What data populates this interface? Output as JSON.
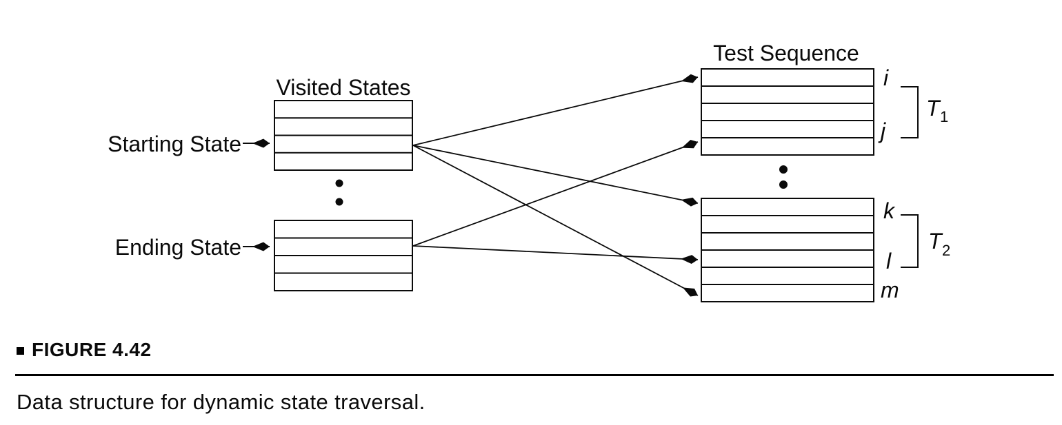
{
  "figure": {
    "visited_states": {
      "title": "Visited States",
      "starting_state_label": "Starting State",
      "ending_state_label": "Ending State",
      "top_table_rows": 4,
      "bottom_table_rows": 4
    },
    "test_sequence": {
      "title": "Test Sequence",
      "top_table_rows": 5,
      "bottom_table_rows": 6,
      "row_labels": {
        "i": "i",
        "j": "j",
        "k": "k",
        "l": "l",
        "m": "m"
      },
      "sequence_1": {
        "name": "T",
        "sub": "1",
        "spans": "rows i to j"
      },
      "sequence_2": {
        "name": "T",
        "sub": "2",
        "spans": "rows k to l"
      }
    },
    "connections": [
      {
        "from": "starting-state-row",
        "to": "test-sequence-row-i"
      },
      {
        "from": "starting-state-row",
        "to": "test-sequence-row-k"
      },
      {
        "from": "starting-state-row",
        "to": "test-sequence-row-m"
      },
      {
        "from": "ending-state-row",
        "to": "test-sequence-row-below-j"
      },
      {
        "from": "ending-state-row",
        "to": "test-sequence-row-l"
      }
    ]
  },
  "caption": {
    "figure_label": "FIGURE 4.42",
    "description": "Data structure for dynamic state traversal."
  },
  "colors": {
    "ink": "#0a0a0a",
    "paper": "#ffffff"
  }
}
